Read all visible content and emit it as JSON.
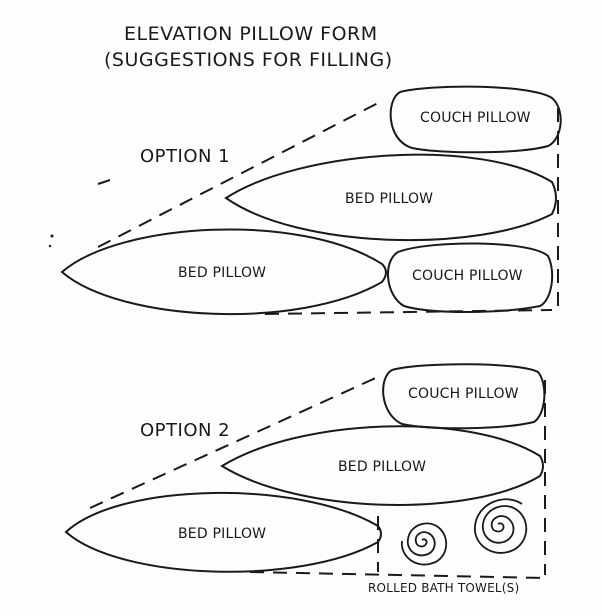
{
  "title": {
    "line1": "ELEVATION PILLOW FORM",
    "line2": "(SUGGESTIONS FOR FILLING)"
  },
  "option1": {
    "label": "OPTION 1",
    "pillows": {
      "top_couch": "COUCH PILLOW",
      "middle_bed": "BED PILLOW",
      "bottom_left_bed": "BED PILLOW",
      "bottom_right_couch": "COUCH PILLOW"
    }
  },
  "option2": {
    "label": "OPTION 2",
    "pillows": {
      "top_couch": "COUCH PILLOW",
      "middle_bed": "BED PILLOW",
      "bottom_left_bed": "BED PILLOW"
    },
    "towel_label": "ROLLED BATH TOWEL(S)"
  },
  "colors": {
    "ink": "#1a1a1a",
    "paper": "#fdfdfc"
  }
}
